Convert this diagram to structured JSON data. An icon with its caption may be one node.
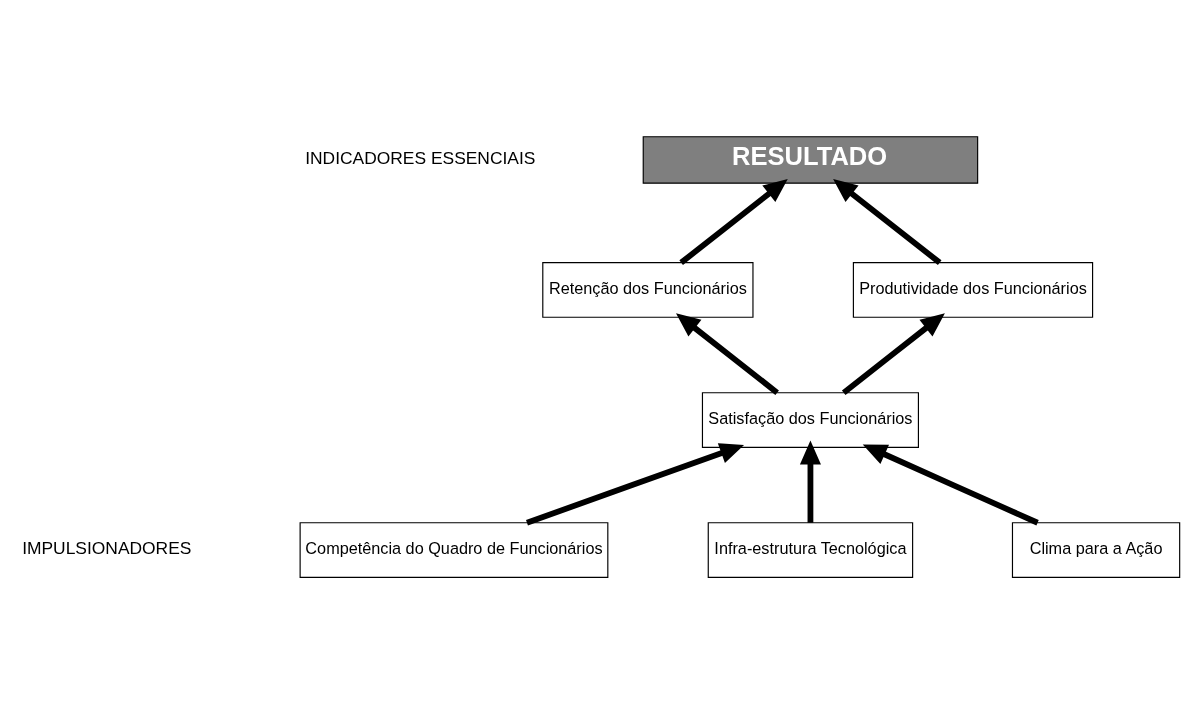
{
  "diagram": {
    "nodes": [
      {
        "text": [
          "RESULTADO"
        ]
      },
      {
        "text": [
          "Retenção dos Funcionários"
        ]
      },
      {
        "text": [
          "Produtividade dos Funcionários"
        ]
      },
      {
        "text": [
          "Satisfação dos Funcionários"
        ]
      },
      {
        "text": [
          "Competência do Quadro de Funcionários"
        ]
      },
      {
        "text": [
          "Infra-estrutura Tecnológica"
        ]
      },
      {
        "text": [
          "Clima para a Ação"
        ]
      }
    ],
    "edges": [
      {
        "from": 1,
        "to": 0,
        "arrow": "to"
      },
      {
        "from": 2,
        "to": 0,
        "arrow": "to"
      },
      {
        "from": 3,
        "to": 1,
        "arrow": "to"
      },
      {
        "from": 3,
        "to": 2,
        "arrow": "to"
      },
      {
        "from": 4,
        "to": 3,
        "arrow": "to"
      },
      {
        "from": 5,
        "to": 3,
        "arrow": "to"
      },
      {
        "from": 6,
        "to": 3,
        "arrow": "to"
      }
    ],
    "labels": [
      "INDICADORES ESSENCIAIS",
      "IMPULSIONADORES"
    ]
  }
}
